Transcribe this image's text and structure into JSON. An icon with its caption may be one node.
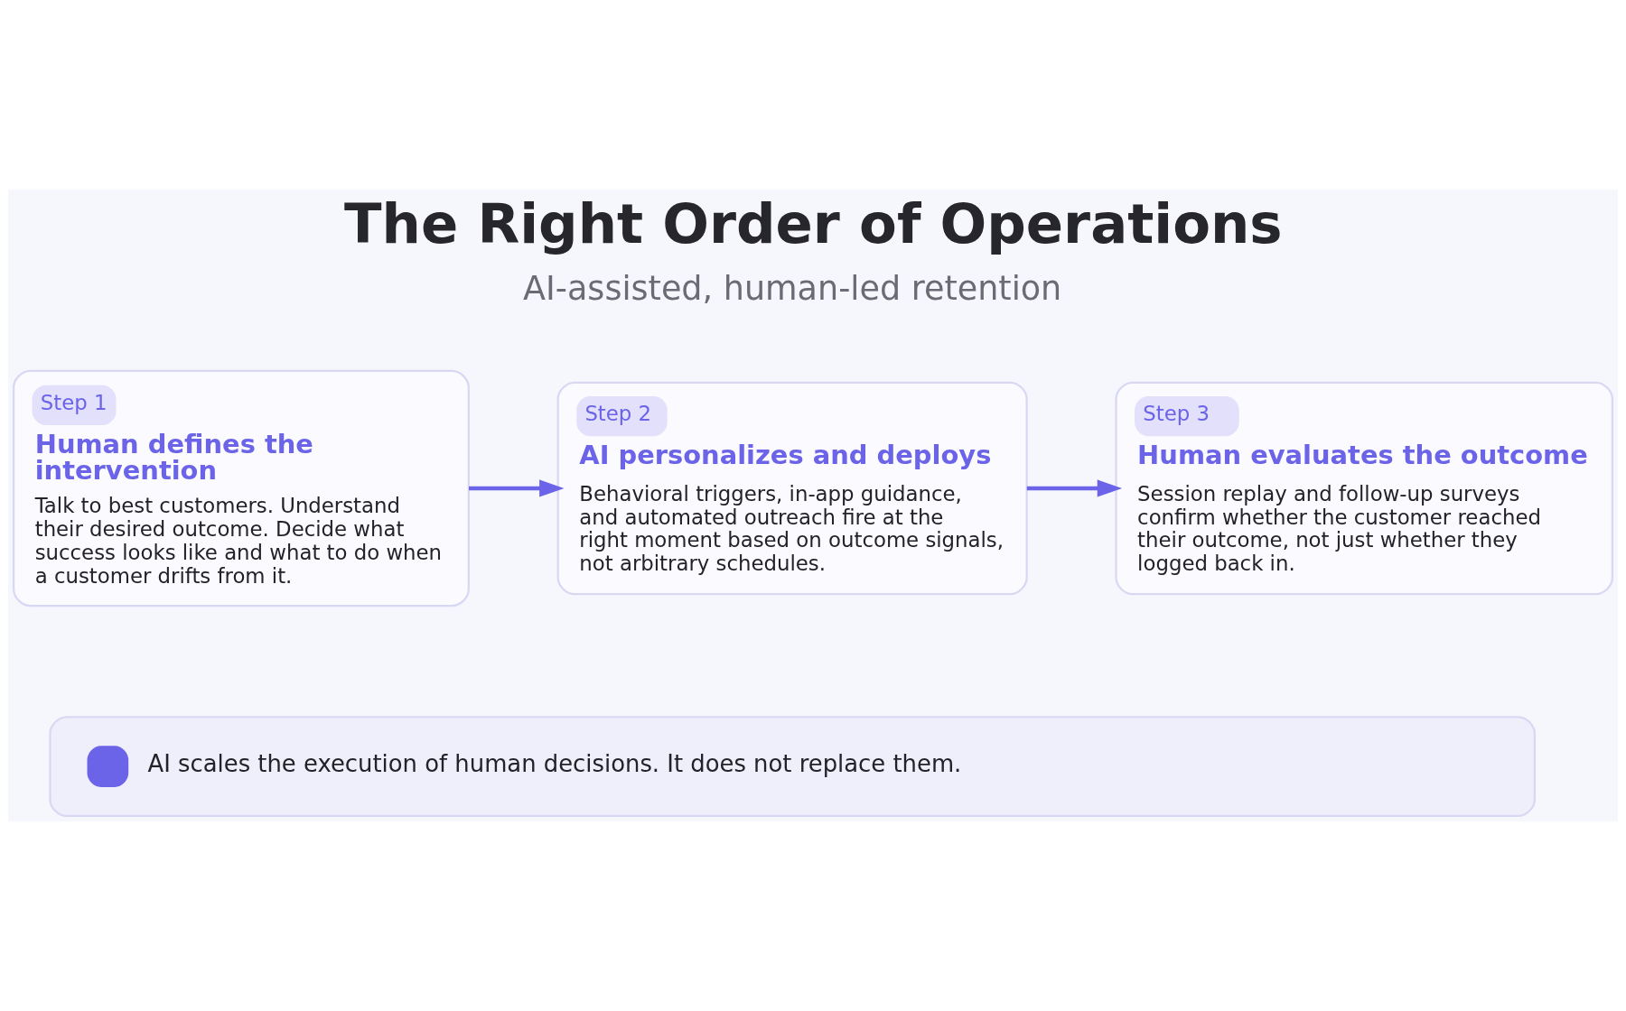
{
  "diagram": {
    "title": "The Right Order of Operations",
    "nodes": [
      {
        "text": [
          "Step 1",
          "Human defines the intervention",
          "Talk to best customers. Understand their desired outcome. Decide what success looks like and what to do when a customer drifts from it."
        ]
      },
      {
        "text": [
          "Step 2",
          "AI personalizes and deploys",
          "Behavioral triggers, in-app guidance, and automated outreach fire at the right moment based on outcome signals, not arbitrary schedules."
        ]
      },
      {
        "text": [
          "Step 3",
          "Human evaluates the outcome",
          "Session replay and follow-up surveys confirm whether the customer reached their outcome, not just whether they logged back in."
        ]
      },
      {
        "text": [
          "AI scales the execution of human decisions. It does not replace them."
        ]
      }
    ],
    "edges": [
      {
        "from": 0,
        "to": 1,
        "arrow": "to"
      },
      {
        "from": 1,
        "to": 2,
        "arrow": "to"
      }
    ],
    "labels": [
      "AI-assisted, human-led retention"
    ]
  }
}
